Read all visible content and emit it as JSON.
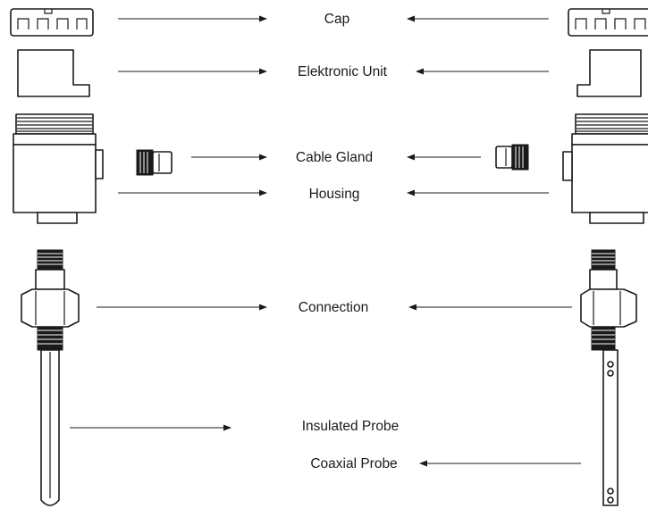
{
  "labels": {
    "cap": "Cap",
    "electronic_unit": "Elektronic Unit",
    "cable_gland": "Cable Gland",
    "housing": "Housing",
    "connection": "Connection",
    "insulated_probe": "Insulated Probe",
    "coaxial_probe": "Coaxial Probe"
  },
  "colors": {
    "line": "#1a1a1a",
    "background": "#ffffff"
  }
}
